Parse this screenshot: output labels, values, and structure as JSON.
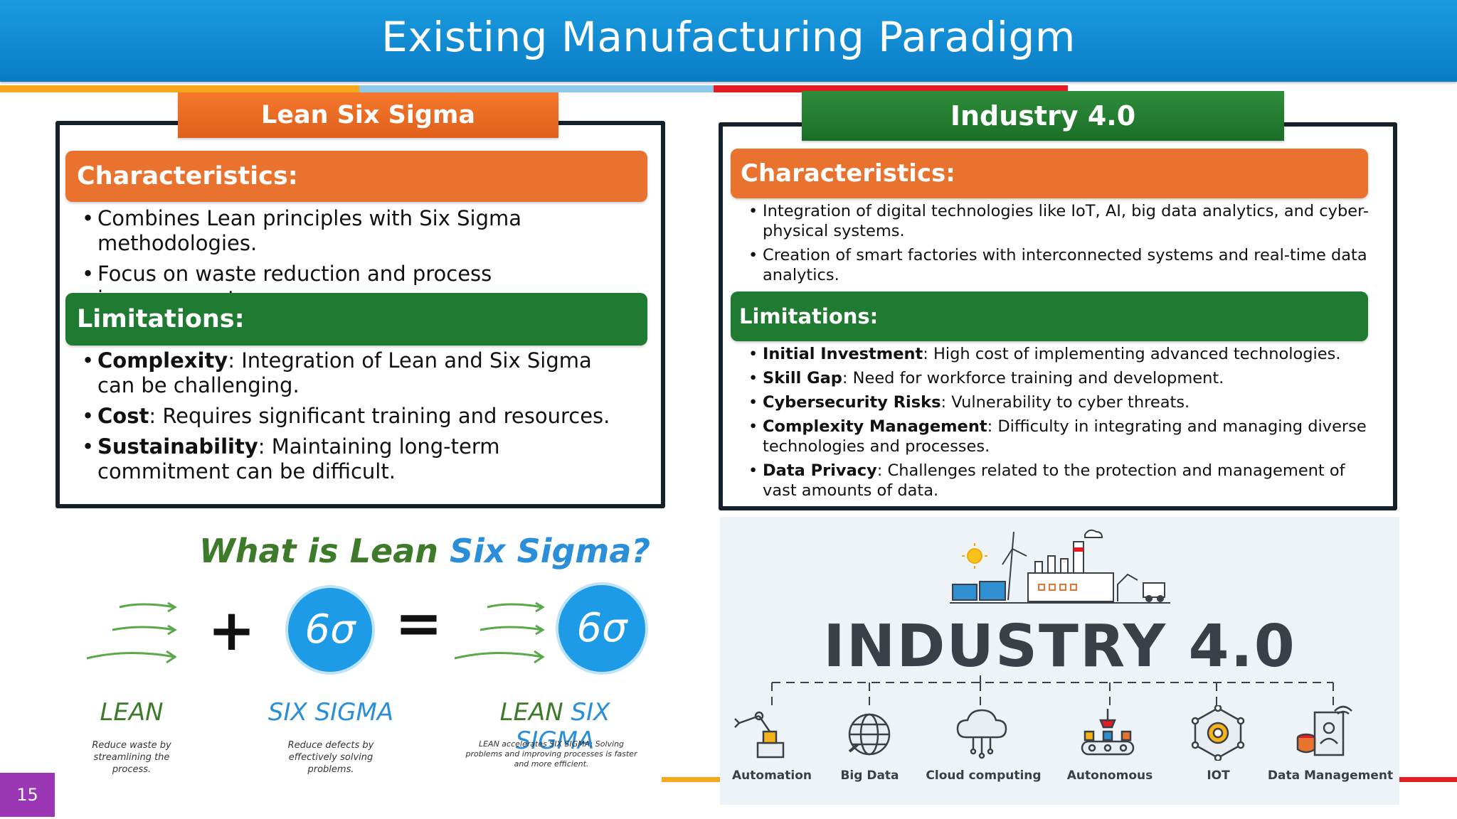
{
  "slide": {
    "title": "Existing Manufacturing Paradigm",
    "page_number": "15"
  },
  "lean_six_sigma": {
    "header": "Lean Six Sigma",
    "characteristics_heading": "Characteristics:",
    "characteristics": [
      "Combines Lean principles with Six Sigma methodologies.",
      "Focus on waste reduction and process improvement."
    ],
    "limitations_heading": "Limitations:",
    "limitations": [
      {
        "term": "Complexity",
        "text": ": Integration of Lean and Six Sigma can be challenging."
      },
      {
        "term": "Cost",
        "text": ": Requires significant training and resources."
      },
      {
        "term": "Sustainability",
        "text": ": Maintaining long-term commitment can be difficult."
      }
    ]
  },
  "industry_40": {
    "header": "Industry 4.0",
    "characteristics_heading": "Characteristics:",
    "characteristics": [
      "Integration of digital technologies like IoT, AI, big data analytics, and cyber-physical systems.",
      "Creation of smart factories with interconnected systems and real-time data analytics."
    ],
    "limitations_heading": "Limitations:",
    "limitations": [
      {
        "term": "Initial Investment",
        "text": ": High cost of implementing advanced technologies."
      },
      {
        "term": "Skill Gap",
        "text": ": Need for workforce training and development."
      },
      {
        "term": "Cybersecurity Risks",
        "text": ": Vulnerability to cyber threats."
      },
      {
        "term": "Complexity Management",
        "text": ": Difficulty in integrating and managing diverse technologies and processes."
      },
      {
        "term": "Data Privacy",
        "text": ": Challenges related to the protection and management of vast amounts of data."
      }
    ]
  },
  "lss_graphic": {
    "title_part1": "What is Lean ",
    "title_part2": "Six Sigma?",
    "symbol": "6σ",
    "plus": "+",
    "equals": "=",
    "lean_label": "LEAN",
    "six_sigma_label": "SIX SIGMA",
    "combined_label_1": "LEAN",
    "combined_label_2": "SIX SIGMA",
    "lean_desc": "Reduce waste by streamlining the process.",
    "six_sigma_desc": "Reduce defects by effectively solving problems.",
    "combined_desc": "LEAN accelerates SIX SIGMA: Solving problems and improving processes is faster and more efficient."
  },
  "industry_graphic": {
    "title": "INDUSTRY 4.0",
    "items": [
      {
        "label": "Automation",
        "icon": "robot-arm-icon"
      },
      {
        "label": "Big Data",
        "icon": "globe-icon"
      },
      {
        "label": "Cloud computing",
        "icon": "cloud-icon"
      },
      {
        "label": "Autonomous",
        "icon": "conveyor-icon"
      },
      {
        "label": "IOT",
        "icon": "gear-network-icon"
      },
      {
        "label": "Data Management",
        "icon": "database-icon"
      }
    ]
  },
  "colors": {
    "title_blue": "#0a7cc6",
    "orange": "#e9722f",
    "green": "#1f7a32",
    "page_badge": "#9b36b5"
  }
}
